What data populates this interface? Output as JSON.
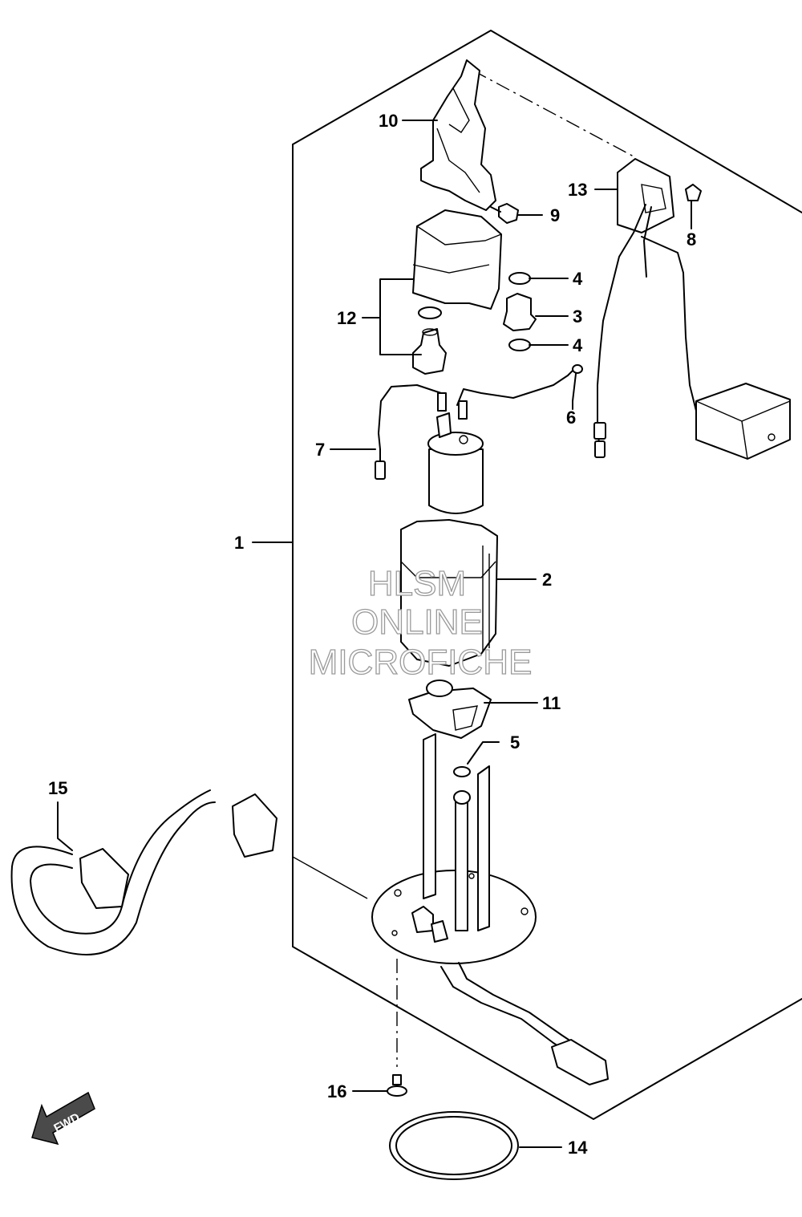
{
  "callouts": [
    {
      "id": "1",
      "label": "1"
    },
    {
      "id": "2",
      "label": "2"
    },
    {
      "id": "3",
      "label": "3"
    },
    {
      "id": "4a",
      "label": "4"
    },
    {
      "id": "4b",
      "label": "4"
    },
    {
      "id": "5",
      "label": "5"
    },
    {
      "id": "6",
      "label": "6"
    },
    {
      "id": "7",
      "label": "7"
    },
    {
      "id": "8",
      "label": "8"
    },
    {
      "id": "9",
      "label": "9"
    },
    {
      "id": "10",
      "label": "10"
    },
    {
      "id": "11",
      "label": "11"
    },
    {
      "id": "12",
      "label": "12"
    },
    {
      "id": "13",
      "label": "13"
    },
    {
      "id": "14",
      "label": "14"
    },
    {
      "id": "15",
      "label": "15"
    },
    {
      "id": "16",
      "label": "16"
    }
  ],
  "watermark": {
    "line1": "HLSM",
    "line2": "ONLINE",
    "line3": "MICROFICHE"
  },
  "fwd_arrow": {
    "label": "FWD"
  }
}
